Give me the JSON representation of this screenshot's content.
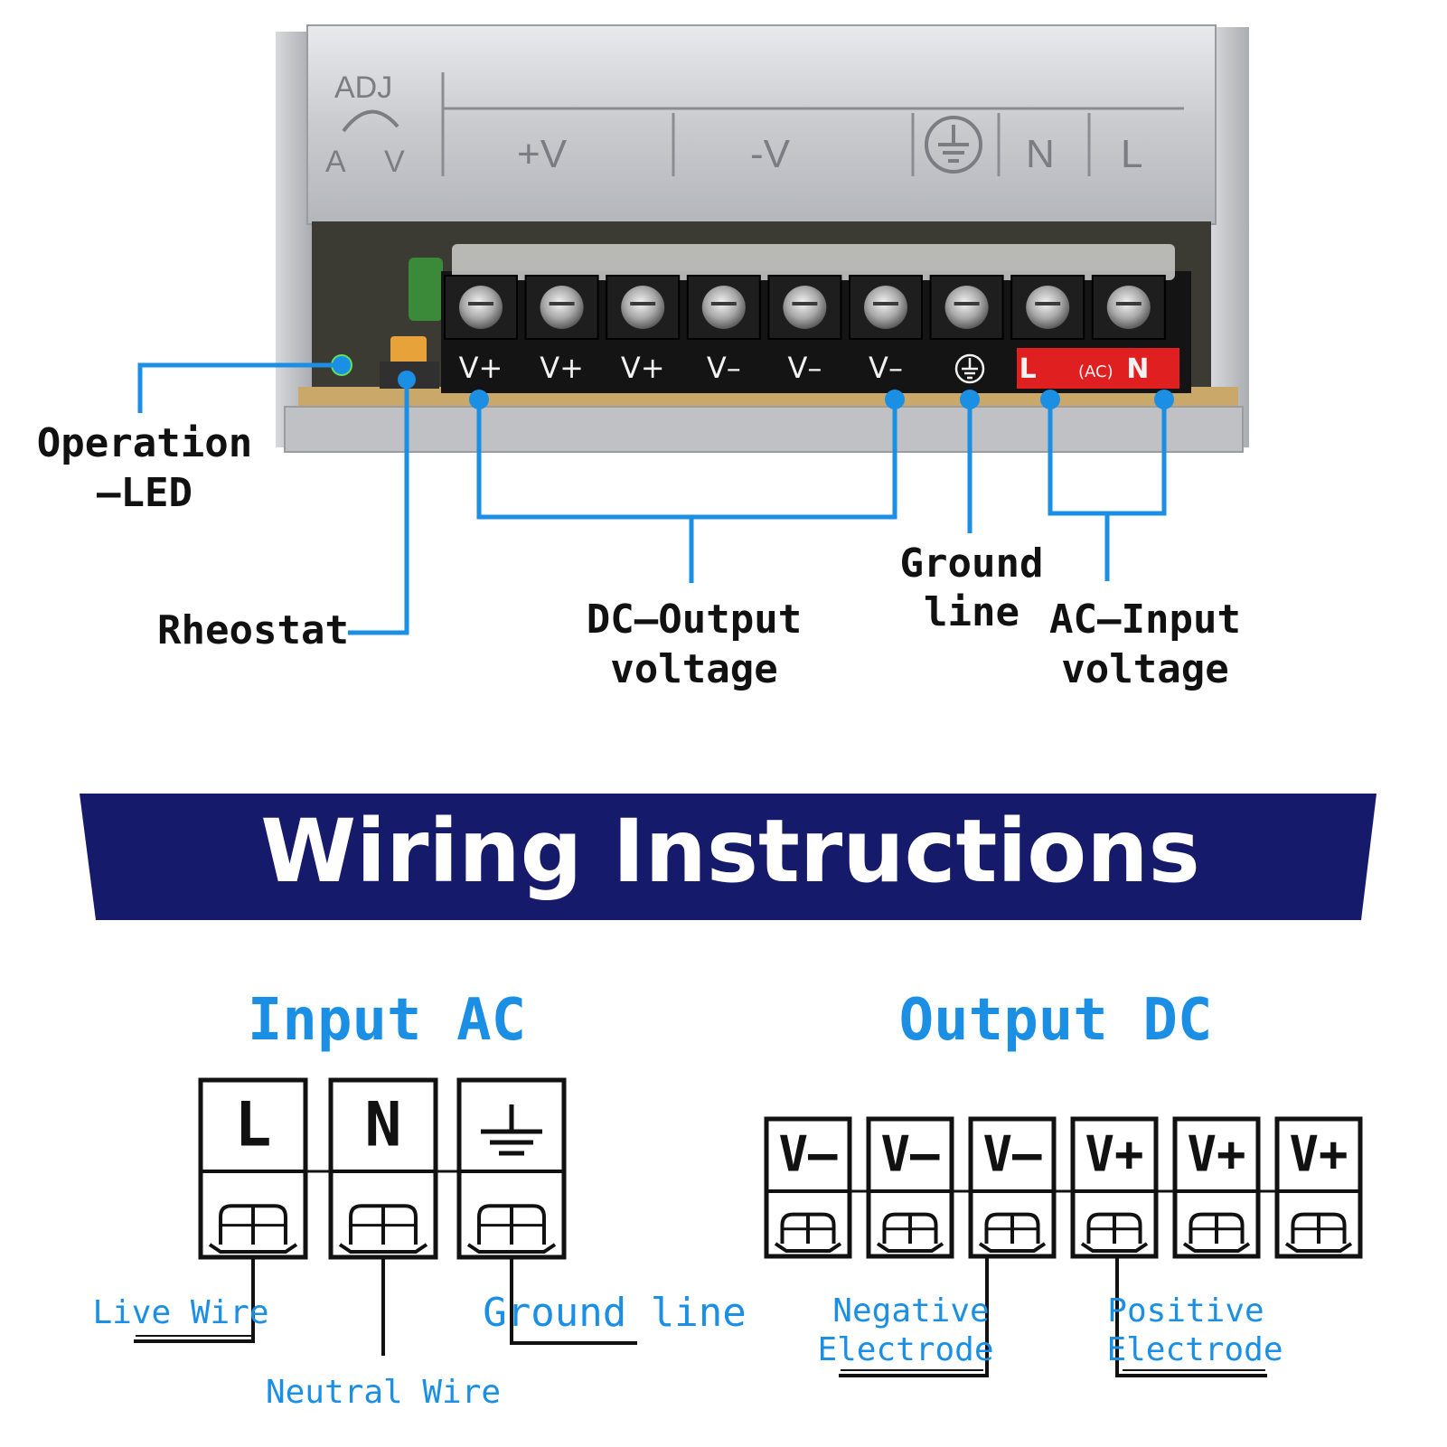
{
  "device": {
    "adj_label": "ADJ",
    "adj_a": "A",
    "adj_v": "V",
    "panel_labels": [
      "+V",
      "-V",
      "N",
      "L"
    ],
    "terminals": [
      "V+",
      "V+",
      "V+",
      "V–",
      "V–",
      "V–",
      "",
      "L",
      "N"
    ],
    "ac_tag": "(AC)"
  },
  "callouts": {
    "operation_led": [
      "Operation",
      "–LED"
    ],
    "rheostat": "Rheostat",
    "dc_output": [
      "DC–Output",
      "voltage"
    ],
    "ground": [
      "Ground",
      "line"
    ],
    "ac_input": [
      "AC–Input",
      "voltage"
    ]
  },
  "banner": {
    "title": "Wiring Instructions"
  },
  "input_ac": {
    "title": "Input AC",
    "boxes": [
      "L",
      "N",
      ""
    ],
    "live": "Live Wire",
    "neutral": "Neutral Wire",
    "ground": "Ground line"
  },
  "output_dc": {
    "title": "Output DC",
    "boxes": [
      "V–",
      "V–",
      "V–",
      "V+",
      "V+",
      "V+"
    ],
    "negative": [
      "Negative",
      "Electrode"
    ],
    "positive": [
      "Positive",
      "Electrode"
    ]
  },
  "colors": {
    "accent_blue": "#1a8fe3",
    "banner_navy": "#151a6b",
    "terminal_red": "#e02020"
  }
}
